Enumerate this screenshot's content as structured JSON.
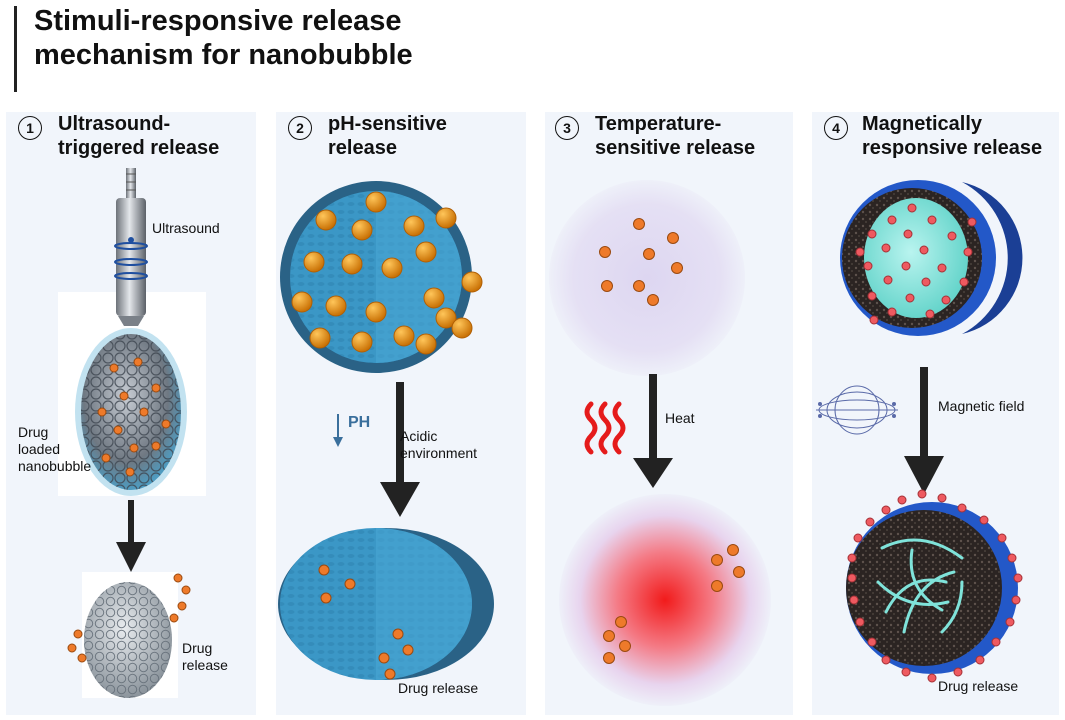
{
  "title": {
    "line1": "Stimuli-responsive release",
    "line2": "mechanism for nanobubble"
  },
  "panels": [
    {
      "number": "1",
      "title_line1": "Ultrasound-",
      "title_line2": "triggered release",
      "labels": {
        "ultrasound": "Ultrasound",
        "drug_l1": "Drug",
        "drug_l2": "loaded",
        "drug_l3": "nanobubble",
        "release_l1": "Drug",
        "release_l2": "release"
      }
    },
    {
      "number": "2",
      "title_line1": "pH-sensitive",
      "title_line2": "release",
      "labels": {
        "ph": "PH",
        "acid_l1": "Acidic",
        "acid_l2": "environment",
        "release": "Drug release"
      }
    },
    {
      "number": "3",
      "title_line1": "Temperature-",
      "title_line2": "sensitive release",
      "labels": {
        "heat": "Heat"
      }
    },
    {
      "number": "4",
      "title_line1": "Magnetically",
      "title_line2": "responsive release",
      "labels": {
        "field": "Magnetic field",
        "release": "Drug release"
      }
    }
  ],
  "colors": {
    "panel_bg": "#f1f5fb",
    "drug": "#ee7a2a",
    "bubble_blue": "#3b97c6",
    "magnet_blue": "#2358c8",
    "core_cyan": "#7fe3da",
    "heat_red": "#e51b1b",
    "ph_blue": "#3a6f9c"
  }
}
